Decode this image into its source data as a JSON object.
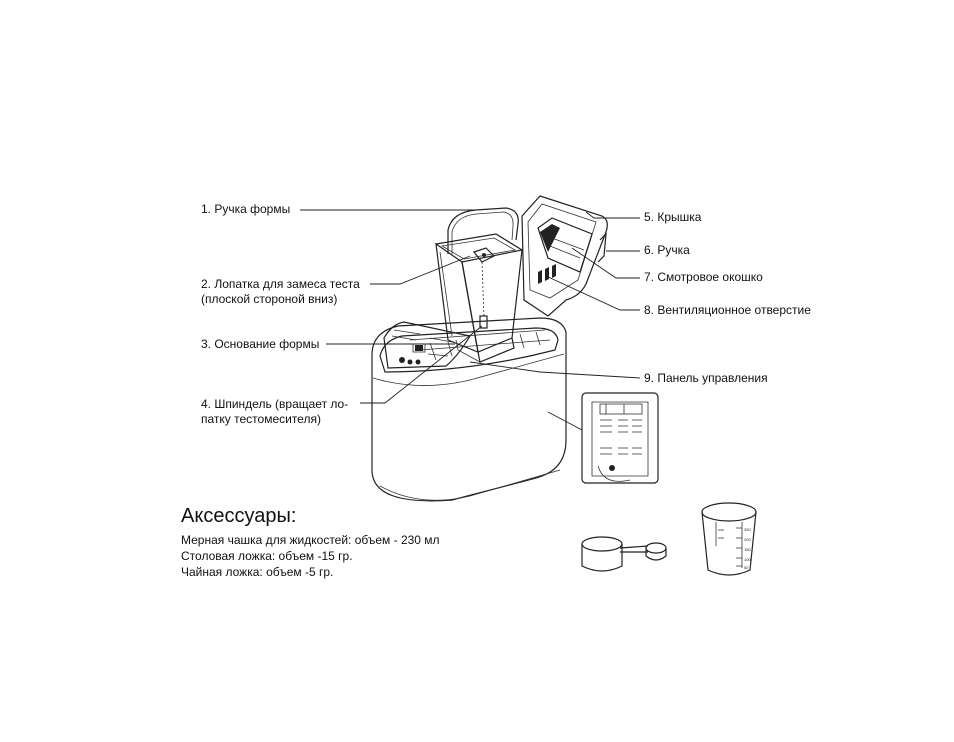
{
  "labels": {
    "l1": "1. Ручка формы",
    "l2a": "2. Лопатка для замеса теста",
    "l2b": "(плоской стороной вниз)",
    "l3": "3. Основание формы",
    "l4a": "4. Шпиндель (вращает ло-",
    "l4b": "патку тестомесителя)",
    "l5": "5. Крышка",
    "l6": "6. Ручка",
    "l7": "7. Смотровое окошко",
    "l8": "8. Вентиляционное отверстие",
    "l9": "9. Панель управления"
  },
  "accessories": {
    "title": "Аксессуары:",
    "items": [
      "Мерная чашка для жидкостей: объем - 230 мл",
      "Столовая ложка: объем -15 гр.",
      "Чайная ложка: объем -5 гр."
    ]
  },
  "cup_scale": [
    "250",
    "200",
    "150",
    "100",
    "50"
  ]
}
